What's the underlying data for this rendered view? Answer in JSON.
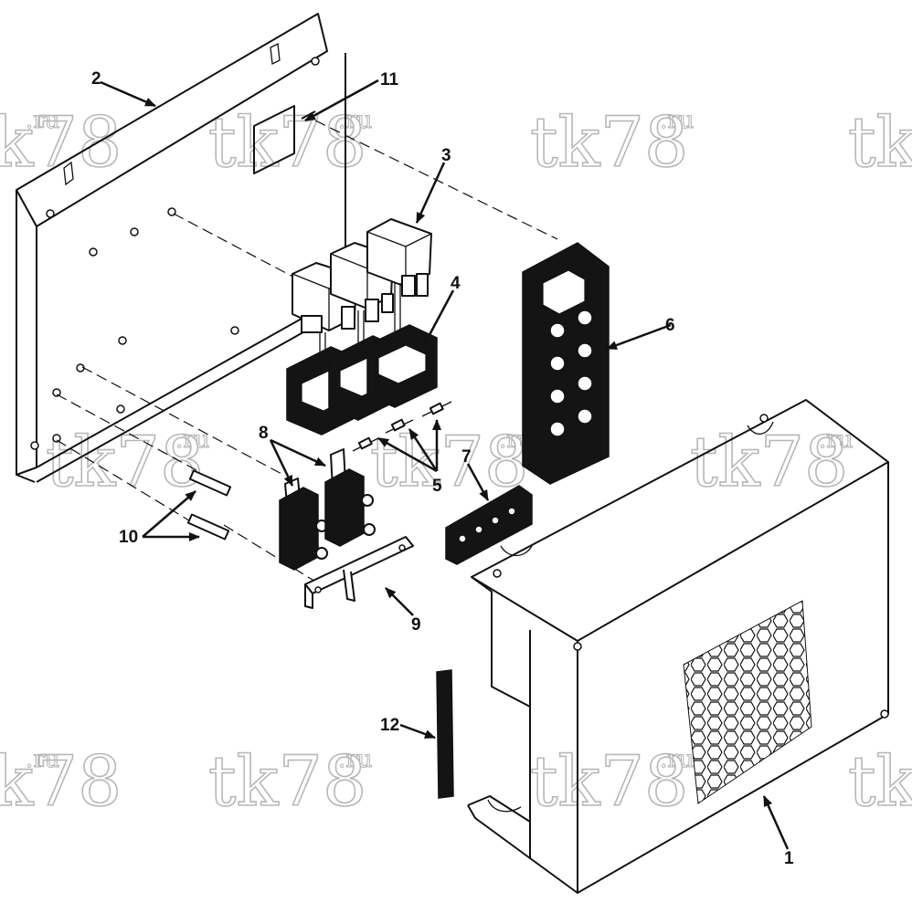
{
  "watermark": {
    "text": "tk78",
    "suffix": ".ru"
  },
  "callouts": [
    "1",
    "2",
    "3",
    "4",
    "5",
    "6",
    "7",
    "8",
    "9",
    "10",
    "11",
    "12"
  ]
}
